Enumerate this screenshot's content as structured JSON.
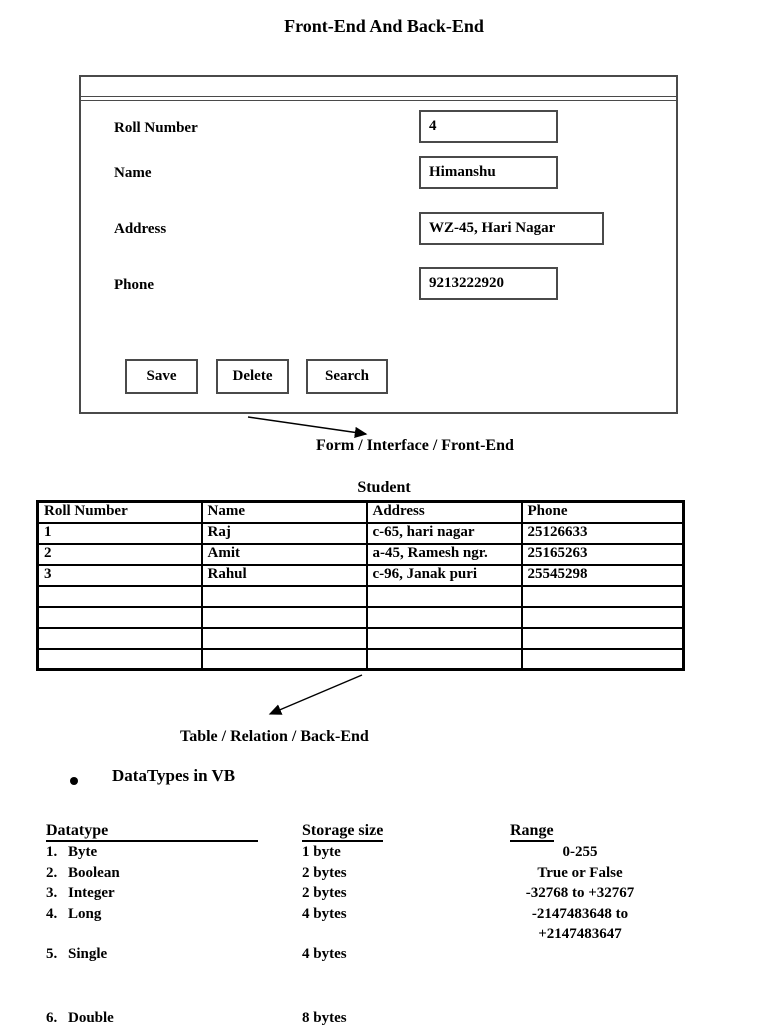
{
  "page": {
    "title": "Front-End And Back-End"
  },
  "form": {
    "fields": [
      {
        "label": "Roll Number",
        "value": "4"
      },
      {
        "label": "Name",
        "value": "Himanshu"
      },
      {
        "label": "Address",
        "value": "WZ-45, Hari Nagar"
      },
      {
        "label": "Phone",
        "value": "9213222920"
      }
    ],
    "buttons": {
      "save": "Save",
      "delete": "Delete",
      "search": "Search"
    },
    "caption": "Form / Interface / Front-End"
  },
  "student_table": {
    "title": "Student",
    "headers": [
      "Roll Number",
      "Name",
      "Address",
      "Phone"
    ],
    "rows": [
      [
        "1",
        "Raj",
        "c-65, hari nagar",
        "25126633"
      ],
      [
        "2",
        "Amit",
        "a-45, Ramesh ngr.",
        "25165263"
      ],
      [
        "3",
        "Rahul",
        "c-96, Janak puri",
        "25545298"
      ],
      [
        "",
        "",
        "",
        ""
      ],
      [
        "",
        "",
        "",
        ""
      ],
      [
        "",
        "",
        "",
        ""
      ],
      [
        "",
        "",
        "",
        ""
      ]
    ],
    "caption": "Table / Relation / Back-End"
  },
  "datatypes": {
    "bullet_heading": "DataTypes in VB",
    "headers": {
      "datatype": "Datatype",
      "storage": "Storage size",
      "range": "Range"
    },
    "rows": [
      {
        "num": "1.",
        "name": "Byte",
        "size": "1 byte",
        "range": "0-255"
      },
      {
        "num": "2.",
        "name": "Boolean",
        "size": "2 bytes",
        "range": "True or False"
      },
      {
        "num": "3.",
        "name": "Integer",
        "size": "2 bytes",
        "range": "-32768 to +32767"
      },
      {
        "num": "4.",
        "name": "Long",
        "size": "4 bytes",
        "range": "-2147483648 to",
        "range2": "+2147483647"
      },
      {
        "num": "5.",
        "name": "Single",
        "size": "4 bytes",
        "range": ""
      },
      {
        "num": "6.",
        "name": "Double",
        "size": "8 bytes",
        "range": ""
      }
    ]
  }
}
